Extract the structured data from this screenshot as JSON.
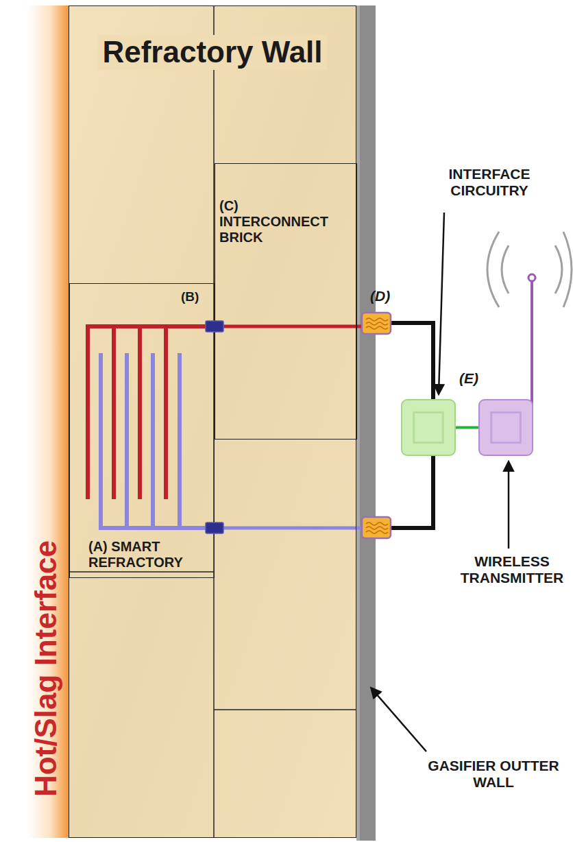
{
  "diagram": {
    "nodes": [
      {
        "text": [
          "Refractory Wall"
        ]
      },
      {
        "text": [
          "(C) INTERCONNECT BRICK"
        ],
        "in": 0
      },
      {
        "text": [
          "(A) SMART REFRACTORY"
        ],
        "in": 0
      },
      {
        "text": [
          "INTERFACE CIRCUITRY",
          "(E)"
        ]
      },
      {
        "text": [
          "WIRELESS TRANSMITTER"
        ]
      }
    ],
    "edges": [
      {
        "from": 3,
        "to": 4,
        "arrow": "none"
      }
    ],
    "labels": [
      "Hot/Slag Interface",
      "(B)",
      "(D)",
      "GASIFIER OUTTER WALL"
    ]
  }
}
